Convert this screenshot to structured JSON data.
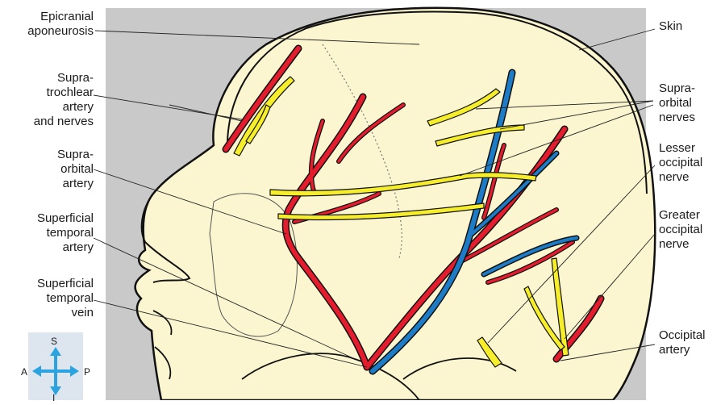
{
  "labels_left": {
    "epicranial": "Epicranial\naponeurosis",
    "supratrochlear": "Supra-\ntrochlear\nartery\nand nerves",
    "supraorbital_artery": "Supra-\norbital\nartery",
    "superficial_temporal_artery": "Superficial\ntemporal\nartery",
    "superficial_temporal_vein": "Superficial\ntemporal\nvein"
  },
  "labels_right": {
    "skin": "Skin",
    "supraorbital_nerves": "Supra-\norbital\nnerves",
    "lesser_occipital": "Lesser\noccipital\nnerve",
    "greater_occipital": "Greater\noccipital\nnerve",
    "occipital_artery": "Occipital\nartery"
  },
  "compass": {
    "top": "S",
    "left": "A",
    "right": "P",
    "bottom": "I"
  },
  "colors": {
    "background_panel": "#c9c9c9",
    "skin": "#fbf6d0",
    "artery": "#e31d2d",
    "vein": "#1e7cc6",
    "nerve": "#f6ee2a",
    "outline": "#111111",
    "compass_bg": "#dde6ef",
    "compass_arrow": "#2aa3e0"
  }
}
